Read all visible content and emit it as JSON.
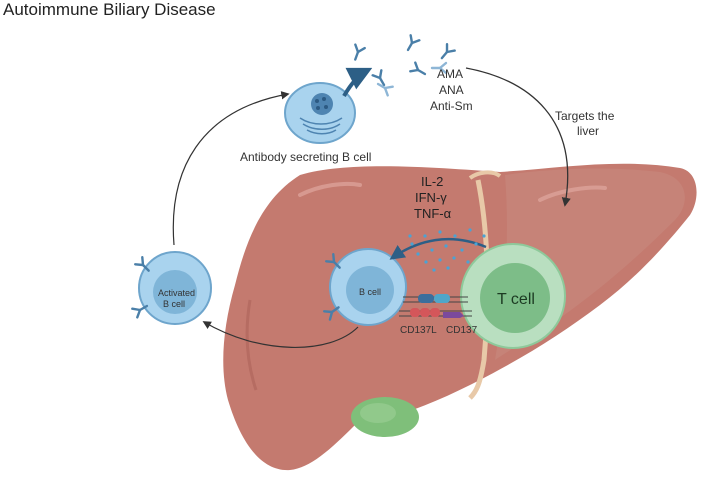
{
  "title": "Autoimmune Biliary Disease",
  "antibody_cell_label": "Antibody secreting B cell",
  "antibodies": [
    "AMA",
    "ANA",
    "Anti-Sm"
  ],
  "targets_label_line1": "Targets the",
  "targets_label_line2": "liver",
  "cytokines": [
    "IL-2",
    "IFN-γ",
    "TNF-α"
  ],
  "activated_cell_line1": "Activated",
  "activated_cell_line2": "B cell",
  "b_cell_label": "B cell",
  "t_cell_label": "T cell",
  "ligand_label": "CD137L",
  "receptor_label": "CD137",
  "colors": {
    "liver": "#c47a6f",
    "liver_dark": "#a85e55",
    "bcell": "#a9d3ee",
    "bcell_inner": "#7fb5d8",
    "tcell": "#b9dfc0",
    "tcell_inner": "#7dbd88",
    "gallbladder": "#7fbf7a",
    "antibody": "#4a7fa8"
  }
}
